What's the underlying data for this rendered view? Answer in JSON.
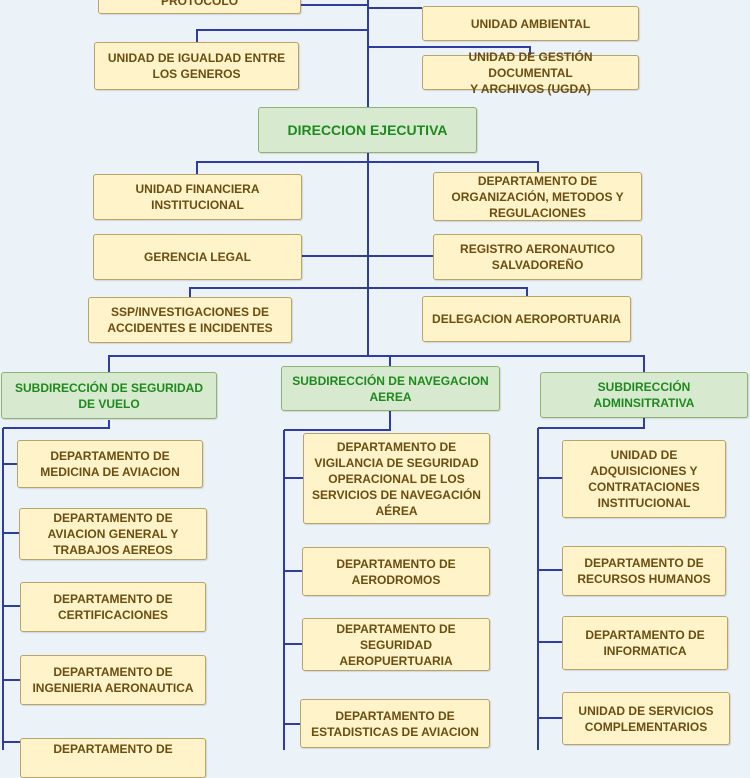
{
  "diagram": {
    "top": {
      "protocolo": "PROTOCOLO",
      "unidad_ambiental": "UNIDAD AMBIENTAL",
      "igualdad": "UNIDAD DE IGUALDAD ENTRE\nLOS GENEROS",
      "gestion_documental": "UNIDAD DE GESTIÓN DOCUMENTAL\nY ARCHIVOS (UGDA)"
    },
    "direccion_ejecutiva": "DIRECCION EJECUTIVA",
    "units": {
      "financiera": "UNIDAD FINANCIERA\nINSTITUCIONAL",
      "organizacion": "DEPARTAMENTO DE\nORGANIZACIÓN, METODOS Y\nREGULACIONES",
      "gerencia_legal": "GERENCIA LEGAL",
      "registro": "REGISTRO AERONAUTICO\nSALVADOREÑO",
      "ssp": "SSP/INVESTIGACIONES DE\nACCIDENTES E INCIDENTES",
      "delegacion": "DELEGACION AEROPORTUARIA"
    },
    "subdirecciones": {
      "seguridad_vuelo": {
        "title": "SUBDIRECCIÓN DE SEGURIDAD\nDE VUELO",
        "departments": [
          "DEPARTAMENTO DE\nMEDICINA DE AVIACION",
          "DEPARTAMENTO DE\nAVIACION GENERAL  Y\nTRABAJOS AEREOS",
          "DEPARTAMENTO DE\nCERTIFICACIONES",
          "DEPARTAMENTO DE\nINGENIERIA AERONAUTICA",
          "DEPARTAMENTO DE"
        ]
      },
      "navegacion": {
        "title": "SUBDIRECCIÓN DE NAVEGACION\nAEREA",
        "departments": [
          "DEPARTAMENTO DE\nVIGILANCIA DE SEGURIDAD\nOPERACIONAL DE LOS\nSERVICIOS DE NAVEGACIÓN\nAÉREA",
          "DEPARTAMENTO DE\nAERODROMOS",
          "DEPARTAMENTO DE\nSEGURIDAD\nAEROPUERTUARIA",
          "DEPARTAMENTO DE\nESTADISTICAS DE AVIACION"
        ]
      },
      "administrativa": {
        "title": "SUBDIRECCIÓN\nADMINSITRATIVA",
        "departments": [
          "UNIDAD DE\nADQUISICIONES Y\nCONTRATACIONES\nINSTITUCIONAL",
          "DEPARTAMENTO DE\nRECURSOS HUMANOS",
          "DEPARTAMENTO DE\nINFORMATICA",
          "UNIDAD DE SERVICIOS\nCOMPLEMENTARIOS"
        ]
      }
    },
    "colors": {
      "line": "#2f3e9e",
      "box_fill": "#fef3c9",
      "box_text": "#6b4e10",
      "sub_fill": "#d7e9cf",
      "sub_text": "#1e8a1e"
    }
  }
}
